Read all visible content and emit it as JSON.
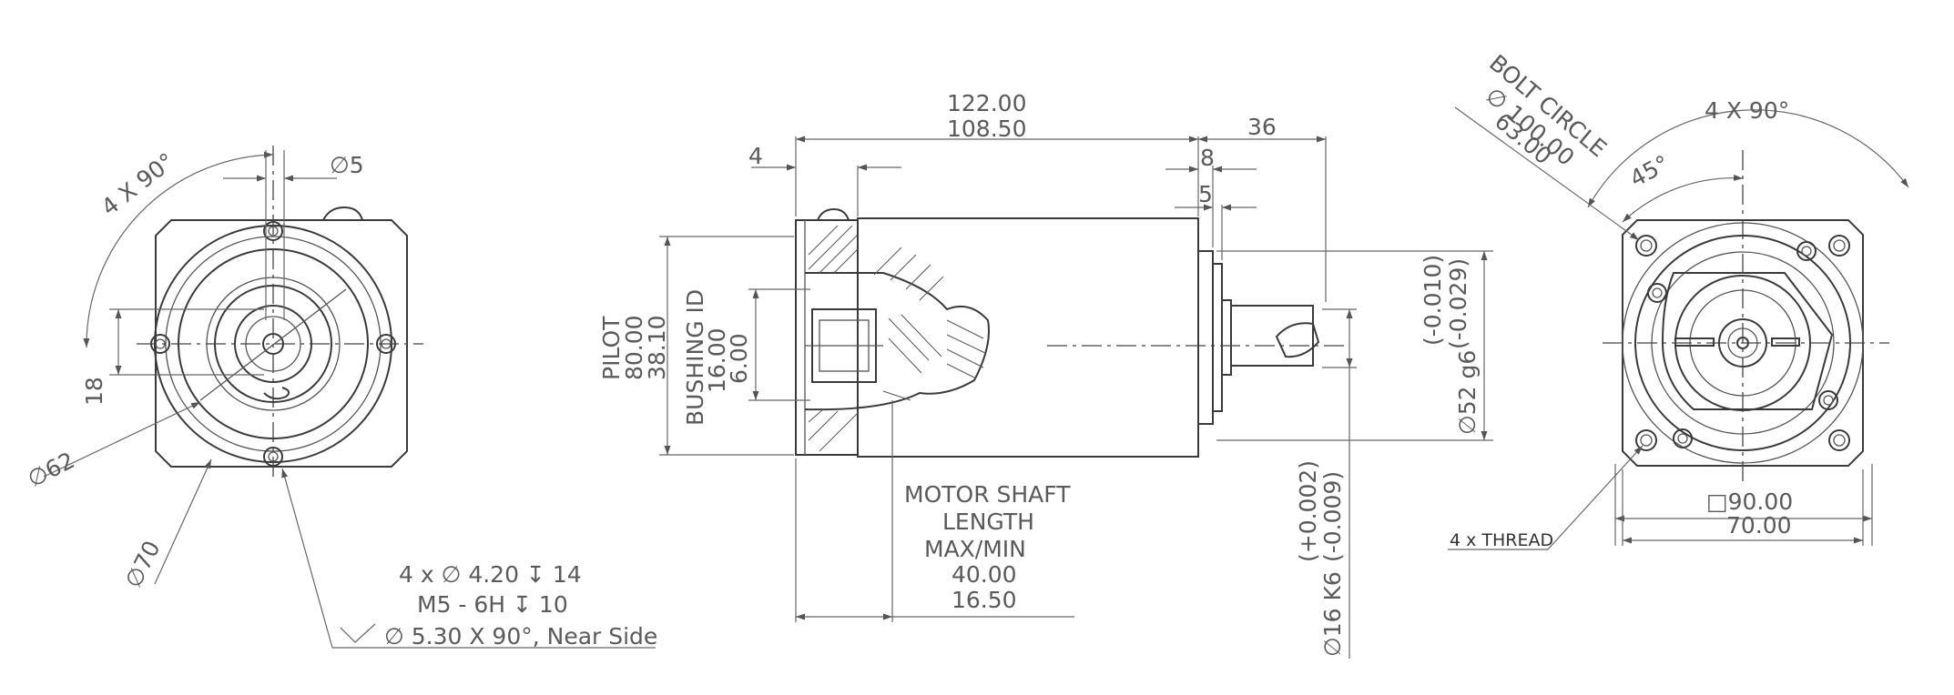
{
  "left_view": {
    "angle_label": "4 X 90°",
    "dia_pin": "∅5",
    "dim_18": "18",
    "dia_62": "∅62",
    "dia_70": "∅70",
    "hole_note": [
      "4 x ∅ 4.20 ↧ 14",
      "M5 - 6H ↧ 10"
    ],
    "csk_note": "∅ 5.30 X 90°, Near Side"
  },
  "side_view": {
    "overall_length": "122.00",
    "body_length": "108.50",
    "flange_thk": "4",
    "shaft_length": "36",
    "dim_8": "8",
    "dim_5": "5",
    "pilot": [
      "PILOT",
      "80.00",
      "38.10"
    ],
    "bushing": [
      "BUSHING ID",
      "16.00",
      "6.00"
    ],
    "shaft_tol": [
      "(-0.010)",
      "(-0.029)"
    ],
    "shaft_dia": "∅52 g6",
    "motor_shaft": [
      "MOTOR SHAFT",
      "LENGTH",
      "MAX/MIN",
      "40.00",
      "16.50"
    ],
    "output_tol": [
      "(+0.002)",
      "(-0.009)"
    ],
    "output_dia": "∅16 K6"
  },
  "right_view": {
    "bolt_circle": [
      "BOLT CIRCLE",
      "∅ 100.00",
      "63.00"
    ],
    "angle_4x90": "4 X 90°",
    "angle_45": "45°",
    "square": [
      "□90.00",
      "70.00"
    ],
    "thread_note": "4 x THREAD"
  }
}
